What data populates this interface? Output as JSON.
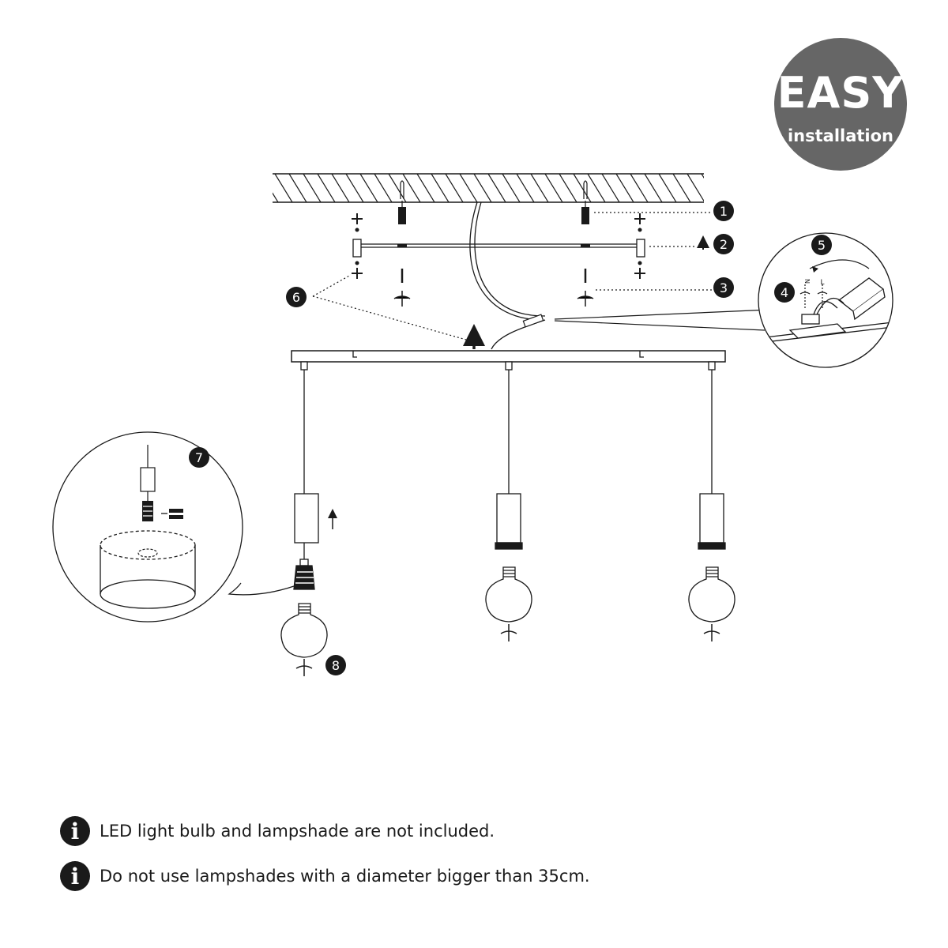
{
  "badge": {
    "title": "EASY",
    "subtitle": "installation"
  },
  "steps": [
    "1",
    "2",
    "3",
    "4",
    "5",
    "6",
    "7",
    "8"
  ],
  "wire_labels": {
    "neutral": "N",
    "live": "L"
  },
  "notes": [
    "LED light bulb and lampshade are not included.",
    "Do not use lampshades with a diameter bigger than 35cm."
  ],
  "icons": {
    "info": "info-icon",
    "badge": "easy-installation-badge"
  },
  "info_glyph": "i",
  "colors": {
    "badge_bg": "#666666",
    "ink": "#1a1a1a",
    "background": "#ffffff"
  }
}
